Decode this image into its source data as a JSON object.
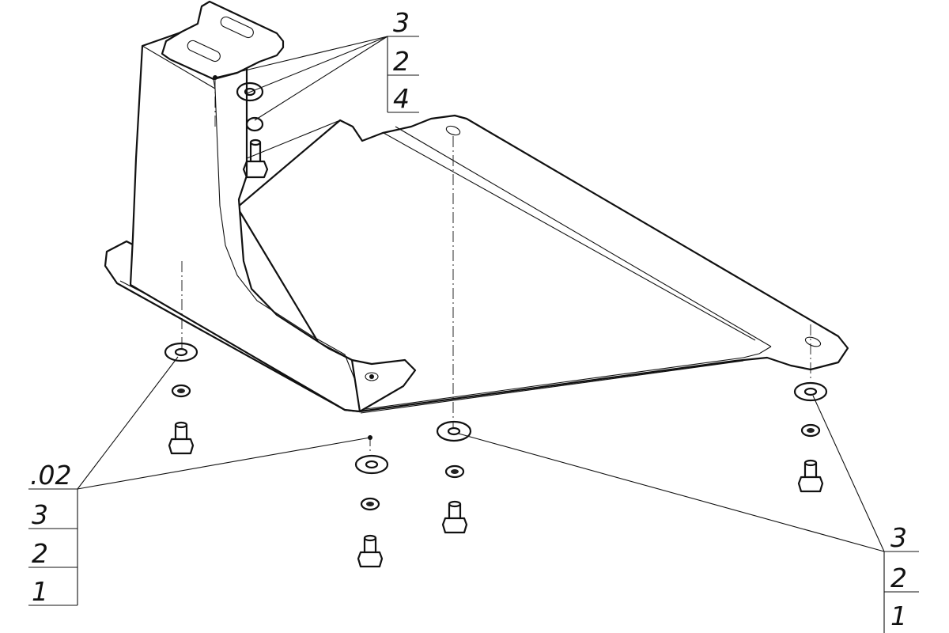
{
  "callouts": {
    "top": {
      "rows": [
        "3",
        "2",
        "4"
      ]
    },
    "bottom_left": {
      "header": ".02",
      "rows": [
        "3",
        "2",
        "1"
      ]
    },
    "bottom_right": {
      "rows": [
        "3",
        "2",
        "1"
      ]
    }
  }
}
